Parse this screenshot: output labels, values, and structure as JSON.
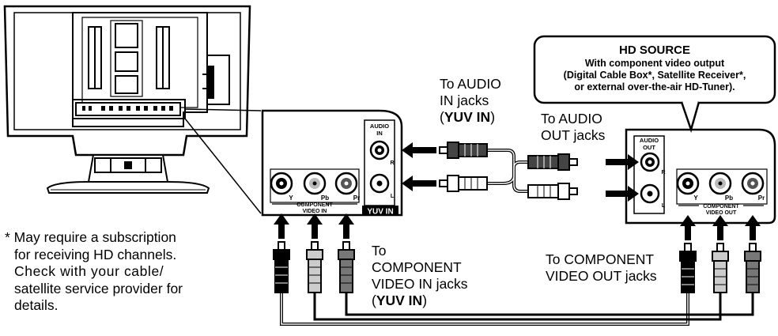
{
  "footnote": {
    "line1": "* May require a subscription",
    "line2": "for receiving HD channels.",
    "line3": "Check with your cable/",
    "line4": "satellite service provider for",
    "line5": "details."
  },
  "hd_source": {
    "title": "HD SOURCE",
    "line1": "With component video output",
    "line2": "(Digital Cable Box*, Satellite Receiver*,",
    "line3": "or external over-the-air HD-Tuner)."
  },
  "labels": {
    "audio_in_line1": "To AUDIO",
    "audio_in_line2": "IN jacks",
    "audio_in_paren_open": "(",
    "audio_in_bold": "YUV IN",
    "audio_in_paren_close": ")",
    "audio_out_line1": "To AUDIO",
    "audio_out_line2": "OUT jacks",
    "comp_in_line1": "To",
    "comp_in_line2": "COMPONENT",
    "comp_in_line3": "VIDEO IN jacks",
    "comp_in_paren_open": "(",
    "comp_in_bold": "YUV IN",
    "comp_in_paren_close": ")",
    "comp_out_line1": "To COMPONENT",
    "comp_out_line2": "VIDEO OUT jacks"
  },
  "tv_panel": {
    "audio_label_1": "AUDIO",
    "audio_label_2": "IN",
    "r": "R",
    "l": "L",
    "y": "Y",
    "pb": "Pb",
    "pr": "Pr",
    "component_label": "COMPONENT",
    "video_in_label": "VIDEO IN",
    "yuv_in": "YUV IN"
  },
  "source_panel": {
    "audio_label_1": "AUDIO",
    "audio_label_2": "OUT",
    "r": "R",
    "l": "L",
    "y": "Y",
    "pb": "Pb",
    "pr": "Pr",
    "component_label": "COMPONENT",
    "video_out_label": "VIDEO OUT"
  }
}
